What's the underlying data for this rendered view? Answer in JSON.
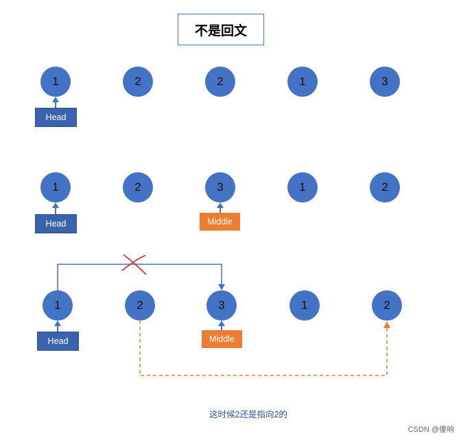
{
  "title": "不是回文",
  "rows": [
    {
      "nodes": [
        "1",
        "2",
        "2",
        "1",
        "3"
      ],
      "head_label": "Head"
    },
    {
      "nodes": [
        "1",
        "2",
        "3",
        "1",
        "2"
      ],
      "head_label": "Head",
      "middle_label": "Middle"
    },
    {
      "nodes": [
        "1",
        "2",
        "3",
        "1",
        "2"
      ],
      "head_label": "Head",
      "middle_label": "Middle"
    }
  ],
  "caption": "这时候2还是指向2的",
  "watermark": "CSDN @傻响",
  "colors": {
    "node": "#4472c4",
    "head_tag": "#3b62ad",
    "middle_tag": "#ed7d31",
    "arrow_blue": "#4472c4",
    "arrow_orange": "#ed7d31",
    "cross": "#e02020"
  }
}
